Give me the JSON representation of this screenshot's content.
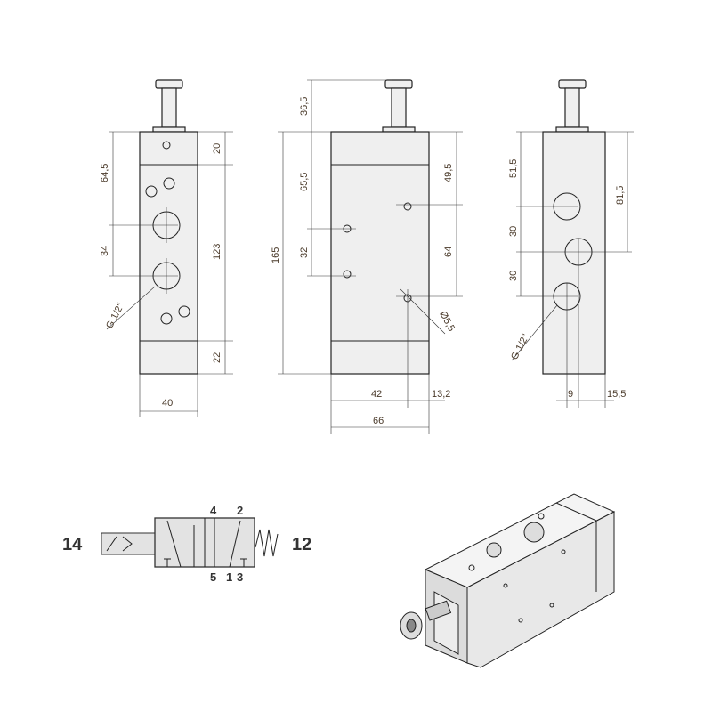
{
  "front_view": {
    "dimensions": [
      "64,5",
      "34",
      "20",
      "123",
      "22",
      "40"
    ],
    "port_label": "G 1/2\""
  },
  "side_view": {
    "dimensions": [
      "36,5",
      "65,5",
      "32",
      "165",
      "49,5",
      "64",
      "42",
      "13,2",
      "66"
    ],
    "hole_label": "Ø5,5"
  },
  "rear_view": {
    "dimensions": [
      "51,5",
      "30",
      "30",
      "81,5",
      "9",
      "15,5"
    ],
    "port_label": "G 1/2\""
  },
  "symbol": {
    "pilot_port": "14",
    "spring_port": "12",
    "top_ports": [
      "4",
      "2"
    ],
    "bottom_ports": [
      "5",
      "1",
      "3"
    ]
  }
}
